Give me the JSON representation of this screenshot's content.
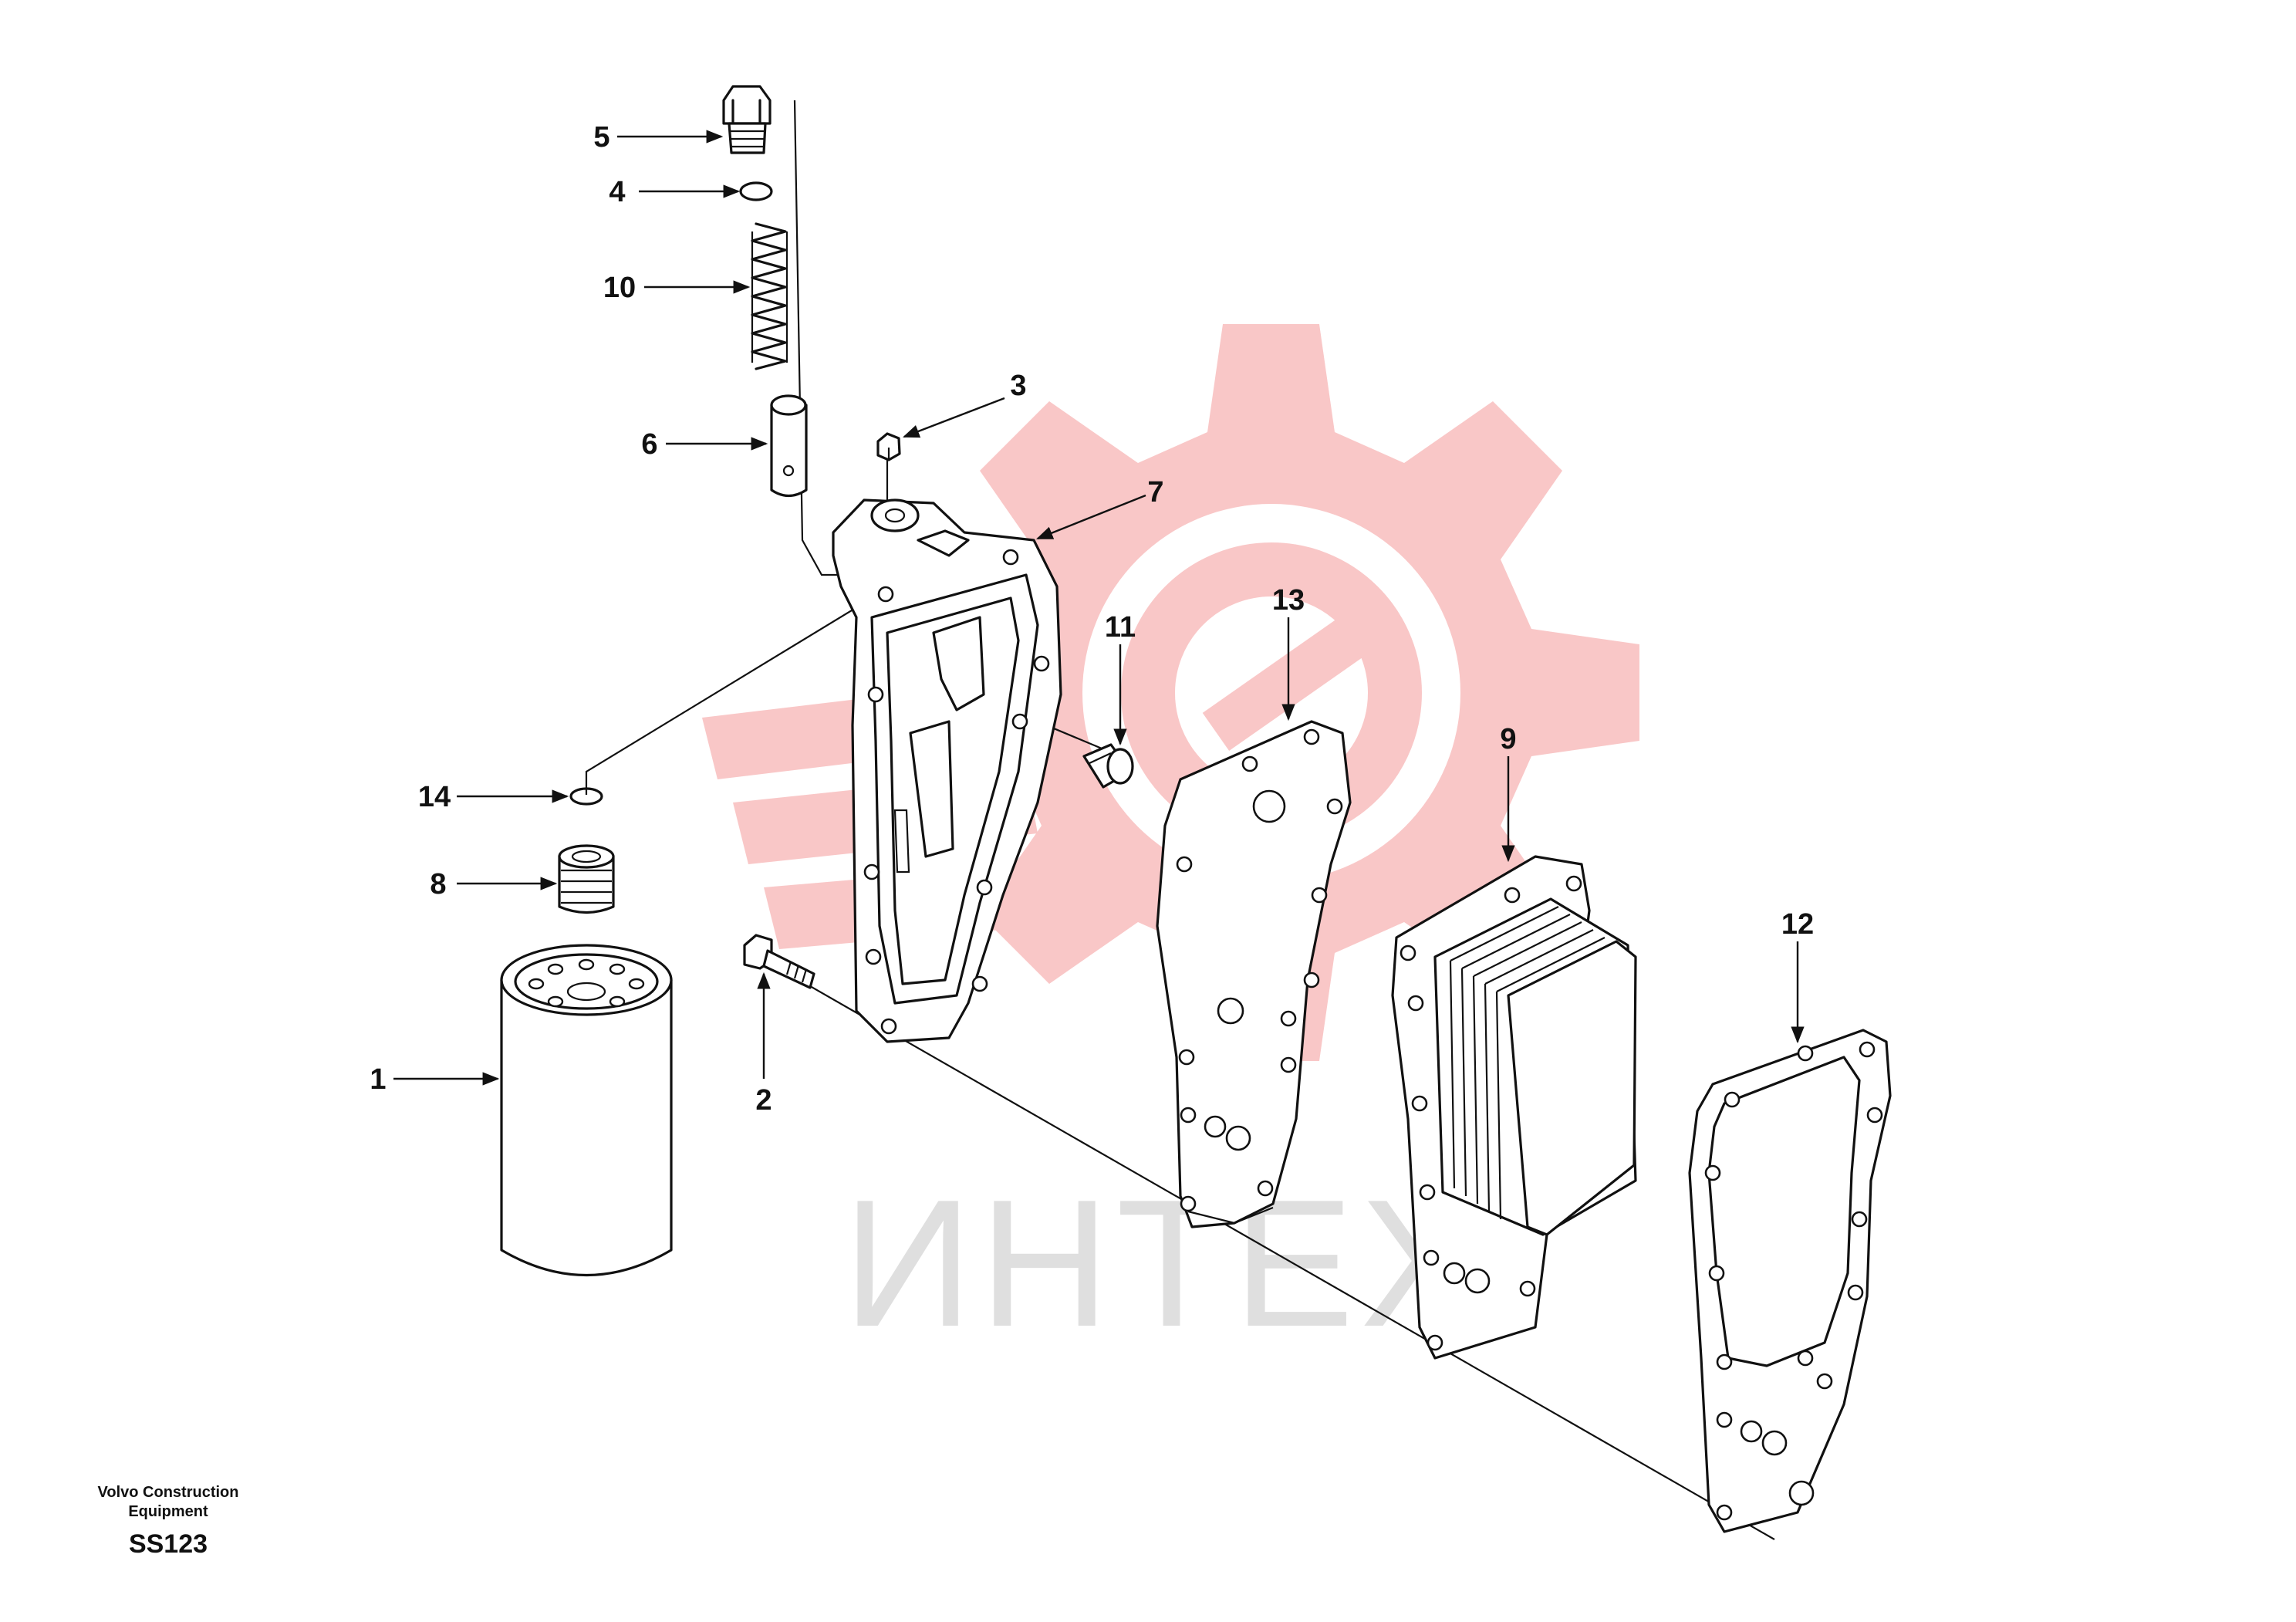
{
  "watermark": {
    "text": "ИНТЕХ",
    "logo_color": "#f7b5b5",
    "text_color": "#dcdcdc"
  },
  "callouts": [
    {
      "id": "5",
      "label": "5"
    },
    {
      "id": "4",
      "label": "4"
    },
    {
      "id": "10",
      "label": "10"
    },
    {
      "id": "3",
      "label": "3"
    },
    {
      "id": "6",
      "label": "6"
    },
    {
      "id": "7",
      "label": "7"
    },
    {
      "id": "13",
      "label": "13"
    },
    {
      "id": "11",
      "label": "11"
    },
    {
      "id": "9",
      "label": "9"
    },
    {
      "id": "14",
      "label": "14"
    },
    {
      "id": "8",
      "label": "8"
    },
    {
      "id": "12",
      "label": "12"
    },
    {
      "id": "1",
      "label": "1"
    },
    {
      "id": "2",
      "label": "2"
    }
  ],
  "footer": {
    "company_line1": "Volvo Construction",
    "company_line2": "Equipment",
    "code": "SS123"
  }
}
